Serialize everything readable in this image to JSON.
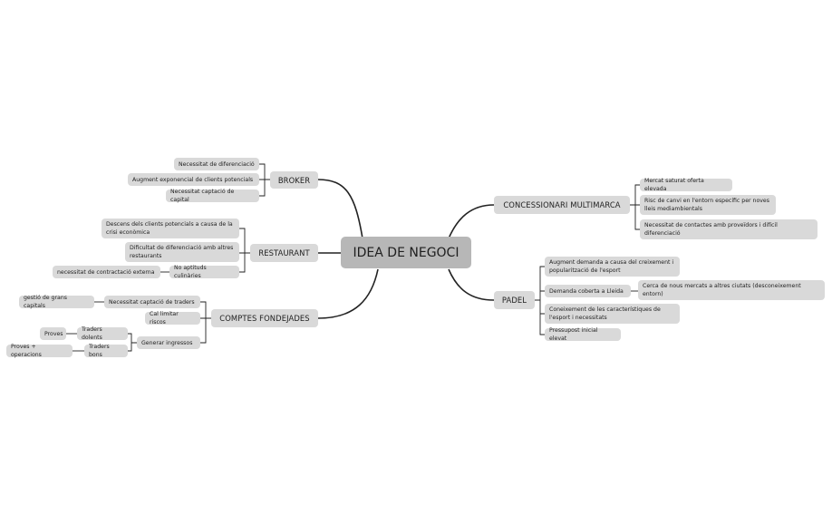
{
  "central": "IDEA DE NEGOCI",
  "branches": {
    "broker": {
      "label": "BROKER",
      "items": [
        "Necessitat de diferenciació",
        "Augment exponencial de clients potencials",
        "Necessitat captació de capital"
      ]
    },
    "restaurant": {
      "label": "RESTAURANT",
      "items": [
        "Descens dels clients potencials a causa de la crisi econòmica",
        "Dificultat de diferenciació amb altres restaurants",
        "No aptituds culinàries"
      ],
      "no_aptituds_child": "necessitat de contractació externa"
    },
    "comptes": {
      "label": "COMPTES FONDEJADES",
      "items": [
        "Necessitat captació de traders",
        "Cal limitar riscos",
        "Generar ingressos"
      ],
      "captacio_child": "gestió de grans capitals",
      "generar_children": [
        "Traders dolents",
        "Traders bons"
      ],
      "dolents_child": "Proves",
      "bons_child": "Proves + operacions"
    },
    "concessionari": {
      "label": "CONCESSIONARI MULTIMARCA",
      "items": [
        "Mercat saturat oferta elevada",
        "Risc de canvi en l'entorn específic per noves lleis mediambientals",
        "Necessitat de contactes amb proveïdors i difícil diferenciació"
      ]
    },
    "padel": {
      "label": "PADEL",
      "items": [
        "Augment demanda a causa del creixement i popularització de l'esport",
        "Demanda coberta a Lleida",
        "Coneixement de les característiques de l'esport i necessitats",
        "Pressupost inicial elevat"
      ],
      "demanda_child": "Cerca de nous mercats a altres ciutats (desconeixement entorn)"
    }
  }
}
